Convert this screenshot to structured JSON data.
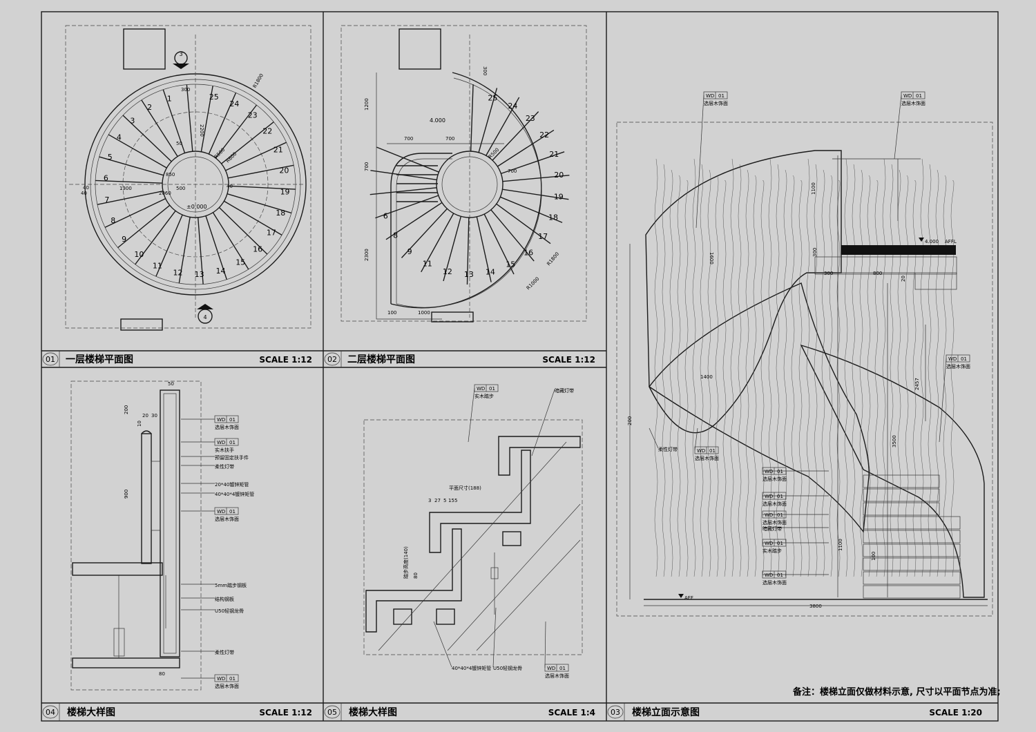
{
  "panels": [
    {
      "num": "01",
      "title": "一层楼梯平面图",
      "scale": "SCALE 1:12"
    },
    {
      "num": "02",
      "title": "二层楼梯平面图",
      "scale": "SCALE 1:12"
    },
    {
      "num": "04",
      "title": "楼梯大样图",
      "scale": "SCALE 1:12"
    },
    {
      "num": "05",
      "title": "楼梯大样图",
      "scale": "SCALE 1:4"
    },
    {
      "num": "03",
      "title": "楼梯立面示意图",
      "scale": "SCALE 1:20"
    }
  ],
  "note": "备注：楼梯立面仅做材料示意, 尺寸以平面节点为准;",
  "plan1": {
    "steps_left": [
      "1",
      "2",
      "3",
      "4",
      "5",
      "6",
      "7",
      "8",
      "9",
      "10",
      "11",
      "12"
    ],
    "steps_right": [
      "13",
      "14",
      "15",
      "16",
      "17",
      "18",
      "19",
      "20",
      "21",
      "22",
      "23",
      "24",
      "25"
    ],
    "level": "±0.000",
    "dims": [
      "300",
      "2200",
      "R1800",
      "R500",
      "R600",
      "50",
      "850",
      "500",
      "1300",
      "40",
      "40",
      "2060",
      "40"
    ],
    "section_marks": [
      "3",
      "4"
    ]
  },
  "plan2": {
    "steps": [
      "6",
      "8",
      "9",
      "11",
      "12",
      "13",
      "14",
      "15",
      "16",
      "17",
      "18",
      "19",
      "20",
      "21",
      "22",
      "23",
      "24",
      "25"
    ],
    "level": "4.000",
    "dims": [
      "300",
      "1200",
      "700",
      "700",
      "700",
      "2300",
      "100",
      "1000",
      "R1800",
      "R500",
      "R1000",
      "700"
    ]
  },
  "detail04": {
    "dims": [
      "50",
      "200",
      "20",
      "30",
      "10",
      "900",
      "80"
    ],
    "tags": [
      {
        "code": "WD",
        "num": "01",
        "label": "选层木饰面"
      },
      {
        "code": "WD",
        "num": "01",
        "label": "实木扶手"
      },
      {
        "code": "",
        "num": "",
        "label": "预留固定扶手件"
      },
      {
        "code": "",
        "num": "",
        "label": "柔性灯带"
      },
      {
        "code": "",
        "num": "",
        "label": "20*40镀锌矩管"
      },
      {
        "code": "",
        "num": "",
        "label": "40*40*4镀锌矩管"
      },
      {
        "code": "WD",
        "num": "01",
        "label": "选层木饰面"
      },
      {
        "code": "",
        "num": "",
        "label": "5mm踏步钢板"
      },
      {
        "code": "",
        "num": "",
        "label": "结构钢板"
      },
      {
        "code": "",
        "num": "",
        "label": "U50轻钢龙骨"
      },
      {
        "code": "",
        "num": "",
        "label": "柔性灯带"
      },
      {
        "code": "WD",
        "num": "01",
        "label": "选层木饰面"
      }
    ]
  },
  "detail05": {
    "top_tags": [
      {
        "code": "WD",
        "num": "01",
        "label": "实木踏步"
      },
      {
        "code": "",
        "num": "",
        "label": "暗藏灯带"
      }
    ],
    "dims": [
      "平面尺寸(188)",
      "3",
      "27",
      "5",
      "15",
      "5",
      "踏步高度(140)",
      "80"
    ],
    "bottom_tags": [
      "40*40*4镀锌矩管",
      "U50轻钢龙骨"
    ],
    "bottom_tag": {
      "code": "WD",
      "num": "01",
      "label": "选层木饰面"
    }
  },
  "elev03": {
    "top_tags": [
      {
        "code": "WD",
        "num": "01",
        "label": "选层木饰面"
      },
      {
        "code": "WD",
        "num": "01",
        "label": "选层木饰面"
      }
    ],
    "level": "4.000",
    "affl": "AFFL",
    "aff": "AFF",
    "dims": [
      "1100",
      "1600",
      "300",
      "300",
      "800",
      "20",
      "1400",
      "2457",
      "3500",
      "200",
      "1100",
      "100",
      "3800"
    ],
    "left_tags": [
      "柔性灯带"
    ],
    "mid_tag": {
      "code": "WD",
      "num": "01",
      "label": "选层木饰面"
    },
    "right_tags": [
      {
        "code": "WD",
        "num": "01",
        "label": "选层木饰面"
      },
      {
        "code": "WD",
        "num": "01",
        "label": "选层木饰面"
      },
      {
        "code": "WD",
        "num": "01",
        "label": "选层木饰面"
      },
      {
        "code": "",
        "num": "",
        "label": "暗藏灯带"
      },
      {
        "code": "WD",
        "num": "01",
        "label": "实木踏步"
      },
      {
        "code": "WD",
        "num": "01",
        "label": "选层木饰面"
      }
    ]
  }
}
